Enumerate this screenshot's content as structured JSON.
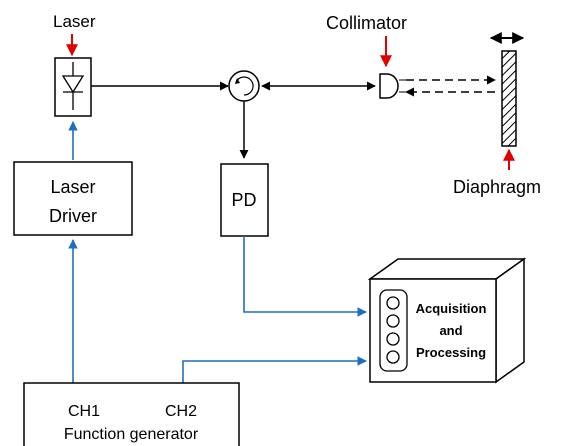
{
  "colors": {
    "signal_line": "#000000",
    "control_line": "#1f6fc0",
    "indicator_arrow": "#e00000",
    "box_border": "#000000"
  },
  "labels": {
    "laser": "Laser",
    "collimator": "Collimator",
    "diaphragm": "Diaphragm",
    "laser_driver_line1": "Laser",
    "laser_driver_line2": "Driver",
    "pd": "PD",
    "acquisition_line1": "Acquisition",
    "acquisition_line2": "and",
    "acquisition_line3": "Processing",
    "ch1": "CH1",
    "ch2": "CH2",
    "function_generator": "Function generator"
  },
  "icons": {
    "laser": "laser-diode-icon",
    "circulator": "circulator-icon",
    "collimator": "collimator-lens-icon",
    "diaphragm": "diaphragm-icon",
    "diaphragm_motion": "double-arrow-icon",
    "acquisition": "computer-box-icon"
  }
}
